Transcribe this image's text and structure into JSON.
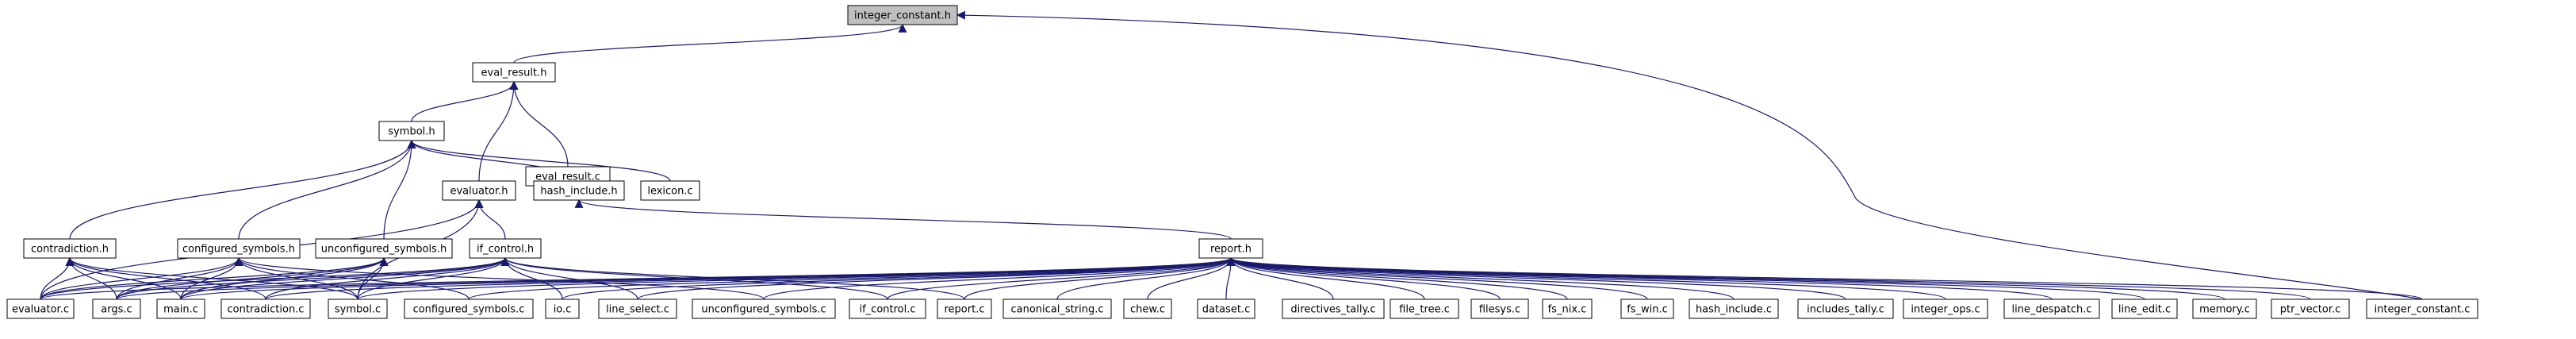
{
  "colors": {
    "edge": "#191970",
    "node_border": "#000000",
    "node_fill": "#ffffff",
    "focus_fill": "#bfbfbf",
    "background": "#ffffff"
  },
  "graph": {
    "focus": "integer_constant.h",
    "nodes": {
      "integer_constant_h": "integer_constant.h",
      "eval_result_h": "eval_result.h",
      "symbol_h": "symbol.h",
      "eval_result_c": "eval_result.c",
      "evaluator_h": "evaluator.h",
      "hash_include_h": "hash_include.h",
      "lexicon_c": "lexicon.c",
      "contradiction_h": "contradiction.h",
      "configured_symbols_h": "configured_symbols.h",
      "unconfigured_symbols_h": "unconfigured_symbols.h",
      "if_control_h": "if_control.h",
      "report_h": "report.h",
      "evaluator_c": "evaluator.c",
      "args_c": "args.c",
      "main_c": "main.c",
      "contradiction_c": "contradiction.c",
      "symbol_c": "symbol.c",
      "configured_symbols_c": "configured_symbols.c",
      "io_c": "io.c",
      "line_select_c": "line_select.c",
      "unconfigured_symbols_c": "unconfigured_symbols.c",
      "if_control_c": "if_control.c",
      "report_c": "report.c",
      "canonical_string_c": "canonical_string.c",
      "chew_c": "chew.c",
      "dataset_c": "dataset.c",
      "directives_tally_c": "directives_tally.c",
      "file_tree_c": "file_tree.c",
      "filesys_c": "filesys.c",
      "fs_nix_c": "fs_nix.c",
      "fs_win_c": "fs_win.c",
      "hash_include_c": "hash_include.c",
      "includes_tally_c": "includes_tally.c",
      "integer_ops_c": "integer_ops.c",
      "line_despatch_c": "line_despatch.c",
      "line_edit_c": "line_edit.c",
      "memory_c": "memory.c",
      "ptr_vector_c": "ptr_vector.c",
      "integer_constant_c": "integer_constant.c"
    }
  }
}
